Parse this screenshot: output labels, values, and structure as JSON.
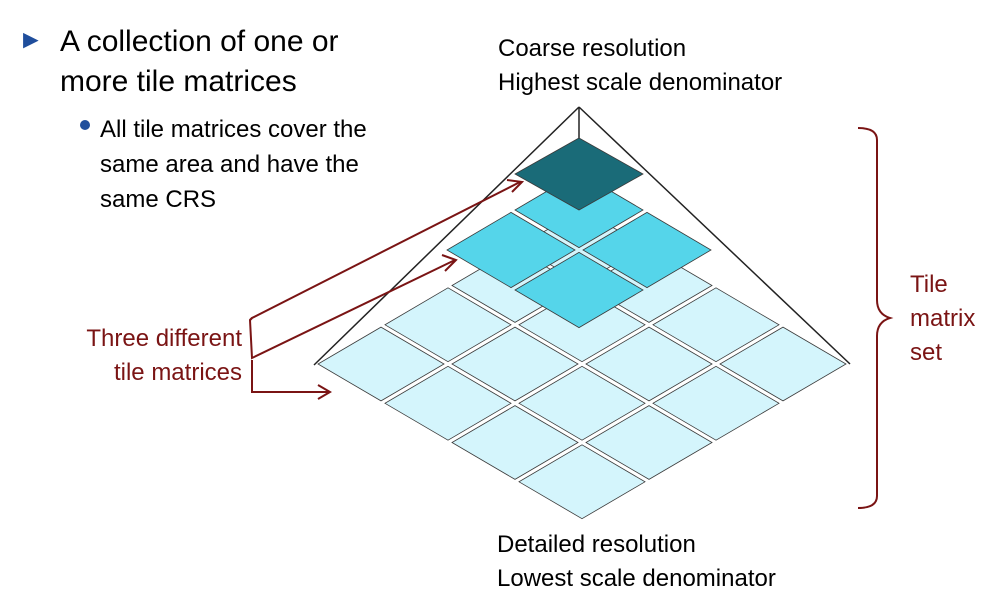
{
  "bullet": {
    "main_line1": "A collection of one or",
    "main_line2": "more tile matrices",
    "sub_line1": "All tile matrices cover the",
    "sub_line2": "same area and have the",
    "sub_line3": "same CRS"
  },
  "labels": {
    "top_line1": "Coarse resolution",
    "top_line2": "Highest scale denominator",
    "bottom_line1": "Detailed resolution",
    "bottom_line2": "Lowest scale denominator",
    "left_line1": "Three different",
    "left_line2": "tile matrices",
    "right_line1": "Tile",
    "right_line2": "matrix",
    "right_line3": "set"
  },
  "colors": {
    "bullet": "#1f4e9c",
    "annotation": "#7a1414",
    "tile_level0": "#1a6b78",
    "tile_level1": "#55d5ea",
    "tile_level2": "#d4f5fc",
    "tile_stroke": "#3a3a3a"
  },
  "pyramid": {
    "levels": [
      {
        "name": "level-0",
        "grid": 1
      },
      {
        "name": "level-1",
        "grid": 2
      },
      {
        "name": "level-2",
        "grid": 4
      }
    ]
  }
}
